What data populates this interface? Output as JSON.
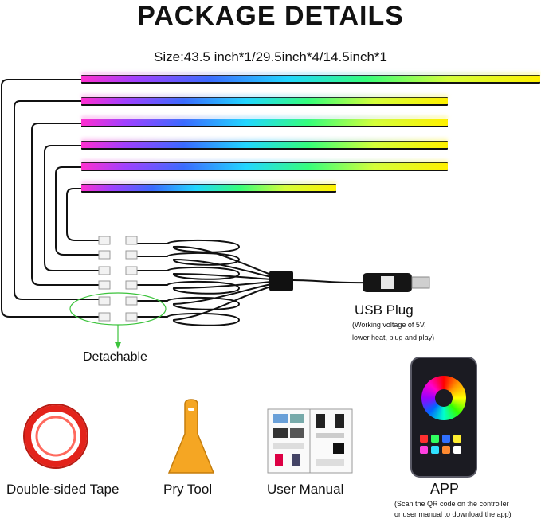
{
  "title": "PACKAGE DETAILS",
  "size_text": "Size:43.5 inch*1/29.5inch*4/14.5inch*1",
  "usb": {
    "label": "USB Plug",
    "note_line1": "(Working voltage of 5V,",
    "note_line2": "lower heat, plug and play)"
  },
  "detachable_label": "Detachable",
  "items": {
    "tape": "Double-sided Tape",
    "pry_tool": "Pry Tool",
    "manual": "User Manual",
    "app": "APP"
  },
  "app_note": {
    "line1": "(Scan the QR code on the controller",
    "line2": "or  user manual to download the app)"
  },
  "icons": {
    "tape": "tape-roll-icon",
    "pry": "pry-tool-icon",
    "manual": "manual-booklet-icon",
    "phone": "smartphone-icon",
    "usb": "usb-plug-icon"
  },
  "colors": {
    "strip_start": "#ff2fd0",
    "strip_mid": "#22d7ff",
    "strip_end": "#fff100",
    "tape_red": "#e3231b",
    "pry_orange": "#f5a623",
    "detach_green": "#3cc33c"
  }
}
